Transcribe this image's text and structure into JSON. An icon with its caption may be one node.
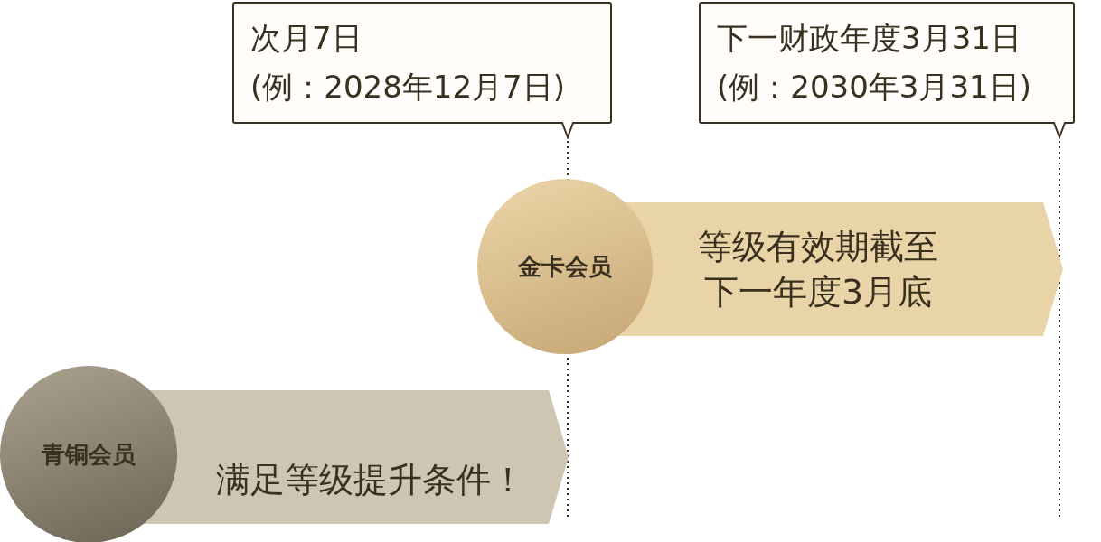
{
  "diagram": {
    "nodes": [
      {
        "text": [
          "次月7日",
          "(例：2028年12月7日)"
        ]
      },
      {
        "text": [
          "下一财政年度3月31日",
          "(例：2030年3月31日)"
        ]
      },
      {
        "text": [
          "金卡会员"
        ]
      },
      {
        "text": [
          "等级有效期截至下一年度3月底"
        ]
      },
      {
        "text": [
          "青铜会员"
        ]
      },
      {
        "text": [
          "满足等级提升条件！"
        ]
      }
    ]
  }
}
